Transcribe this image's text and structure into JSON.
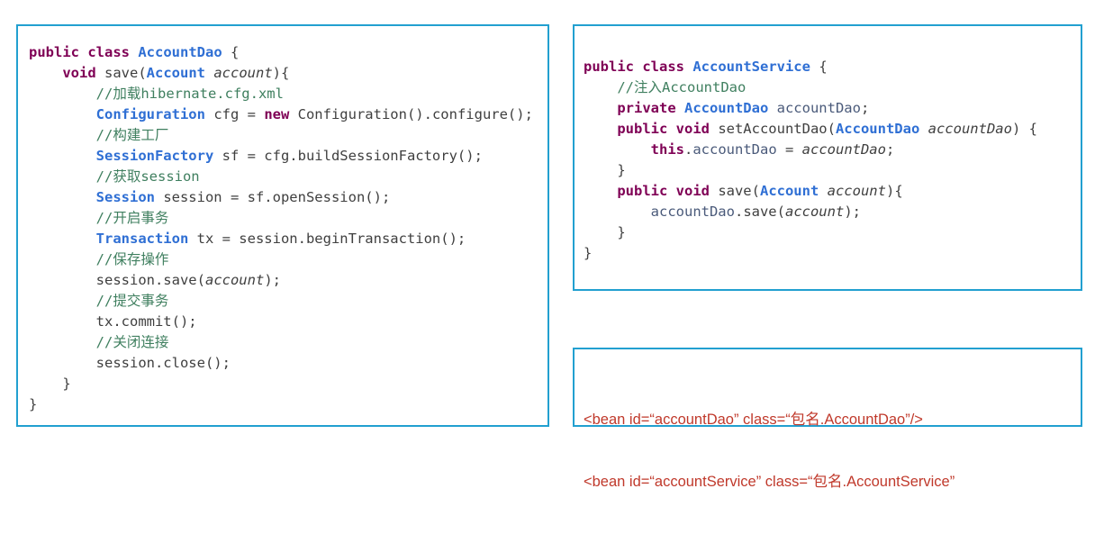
{
  "panels": {
    "account_dao": {
      "lines": [
        {
          "indent": "",
          "tokens": [
            [
              "kw",
              "public class "
            ],
            [
              "ty",
              "AccountDao"
            ],
            [
              "pl",
              " {"
            ]
          ]
        },
        {
          "indent": "    ",
          "tokens": [
            [
              "kw",
              "void "
            ],
            [
              "pl",
              "save("
            ],
            [
              "ty",
              "Account "
            ],
            [
              "it",
              "account"
            ],
            [
              "pl",
              ")"
            ],
            [
              "pl",
              "{"
            ]
          ]
        },
        {
          "indent": "        ",
          "tokens": [
            [
              "cm",
              "//加载hibernate.cfg.xml"
            ]
          ]
        },
        {
          "indent": "        ",
          "tokens": [
            [
              "ty",
              "Configuration "
            ],
            [
              "pl",
              "cfg = "
            ],
            [
              "kw",
              "new "
            ],
            [
              "pl",
              "Configuration().configure();"
            ]
          ]
        },
        {
          "indent": "        ",
          "tokens": [
            [
              "cm",
              "//构建工厂"
            ]
          ]
        },
        {
          "indent": "        ",
          "tokens": [
            [
              "ty",
              "SessionFactory "
            ],
            [
              "pl",
              "sf = cfg.buildSessionFactory();"
            ]
          ]
        },
        {
          "indent": "        ",
          "tokens": [
            [
              "cm",
              "//获取session"
            ]
          ]
        },
        {
          "indent": "        ",
          "tokens": [
            [
              "ty",
              "Session "
            ],
            [
              "pl",
              "session = sf.openSession();"
            ]
          ]
        },
        {
          "indent": "        ",
          "tokens": [
            [
              "cm",
              "//开启事务"
            ]
          ]
        },
        {
          "indent": "        ",
          "tokens": [
            [
              "ty",
              "Transaction "
            ],
            [
              "pl",
              "tx = session.beginTransaction();"
            ]
          ]
        },
        {
          "indent": "        ",
          "tokens": [
            [
              "cm",
              "//保存操作"
            ]
          ]
        },
        {
          "indent": "        ",
          "tokens": [
            [
              "pl",
              "session.save("
            ],
            [
              "it",
              "account"
            ],
            [
              "pl",
              ");"
            ]
          ]
        },
        {
          "indent": "        ",
          "tokens": [
            [
              "cm",
              "//提交事务"
            ]
          ]
        },
        {
          "indent": "        ",
          "tokens": [
            [
              "pl",
              "tx.commit();"
            ]
          ]
        },
        {
          "indent": "        ",
          "tokens": [
            [
              "cm",
              "//关闭连接"
            ]
          ]
        },
        {
          "indent": "        ",
          "tokens": [
            [
              "pl",
              "session.close();"
            ]
          ]
        },
        {
          "indent": "    ",
          "tokens": [
            [
              "pl",
              "}"
            ]
          ]
        },
        {
          "indent": "",
          "tokens": [
            [
              "pl",
              "}"
            ]
          ]
        }
      ]
    },
    "account_service": {
      "lines": [
        {
          "indent": "",
          "tokens": [
            [
              "kw",
              "public class "
            ],
            [
              "ty",
              "AccountService"
            ],
            [
              "pl",
              " {"
            ]
          ]
        },
        {
          "indent": "    ",
          "tokens": [
            [
              "cm",
              "//注入AccountDao"
            ]
          ]
        },
        {
          "indent": "    ",
          "tokens": [
            [
              "kw",
              "private "
            ],
            [
              "ty",
              "AccountDao "
            ],
            [
              "fd",
              "accountDao"
            ],
            [
              "pl",
              ";"
            ]
          ]
        },
        {
          "indent": "    ",
          "tokens": [
            [
              "kw",
              "public void "
            ],
            [
              "pl",
              "setAccountDao("
            ],
            [
              "ty",
              "AccountDao "
            ],
            [
              "it",
              "accountDao"
            ],
            [
              "pl",
              ") {"
            ]
          ]
        },
        {
          "indent": "        ",
          "tokens": [
            [
              "kw",
              "this"
            ],
            [
              "pl",
              "."
            ],
            [
              "fd",
              "accountDao"
            ],
            [
              "pl",
              " = "
            ],
            [
              "it",
              "accountDao"
            ],
            [
              "pl",
              ";"
            ]
          ]
        },
        {
          "indent": "    ",
          "tokens": [
            [
              "pl",
              "}"
            ]
          ]
        },
        {
          "indent": "    ",
          "tokens": [
            [
              "kw",
              "public void "
            ],
            [
              "pl",
              "save("
            ],
            [
              "ty",
              "Account "
            ],
            [
              "it",
              "account"
            ],
            [
              "pl",
              ")"
            ],
            [
              "pl",
              "{"
            ]
          ]
        },
        {
          "indent": "        ",
          "tokens": [
            [
              "fd",
              "accountDao"
            ],
            [
              "pl",
              ".save("
            ],
            [
              "it",
              "account"
            ],
            [
              "pl",
              ");"
            ]
          ]
        },
        {
          "indent": "    ",
          "tokens": [
            [
              "pl",
              "}"
            ]
          ]
        },
        {
          "indent": "",
          "tokens": [
            [
              "pl",
              "}"
            ]
          ]
        }
      ]
    },
    "bean_config": {
      "line1": "<bean id=“accountDao” class=“包名.AccountDao”/>",
      "line2": "<bean id=“accountService” class=“包名.AccountService”"
    }
  },
  "colors": {
    "border": "#22a0d0",
    "keyword": "#7f0055",
    "type": "#2f6fd4",
    "comment": "#3f7f5f",
    "xml_text": "#c0392b"
  }
}
